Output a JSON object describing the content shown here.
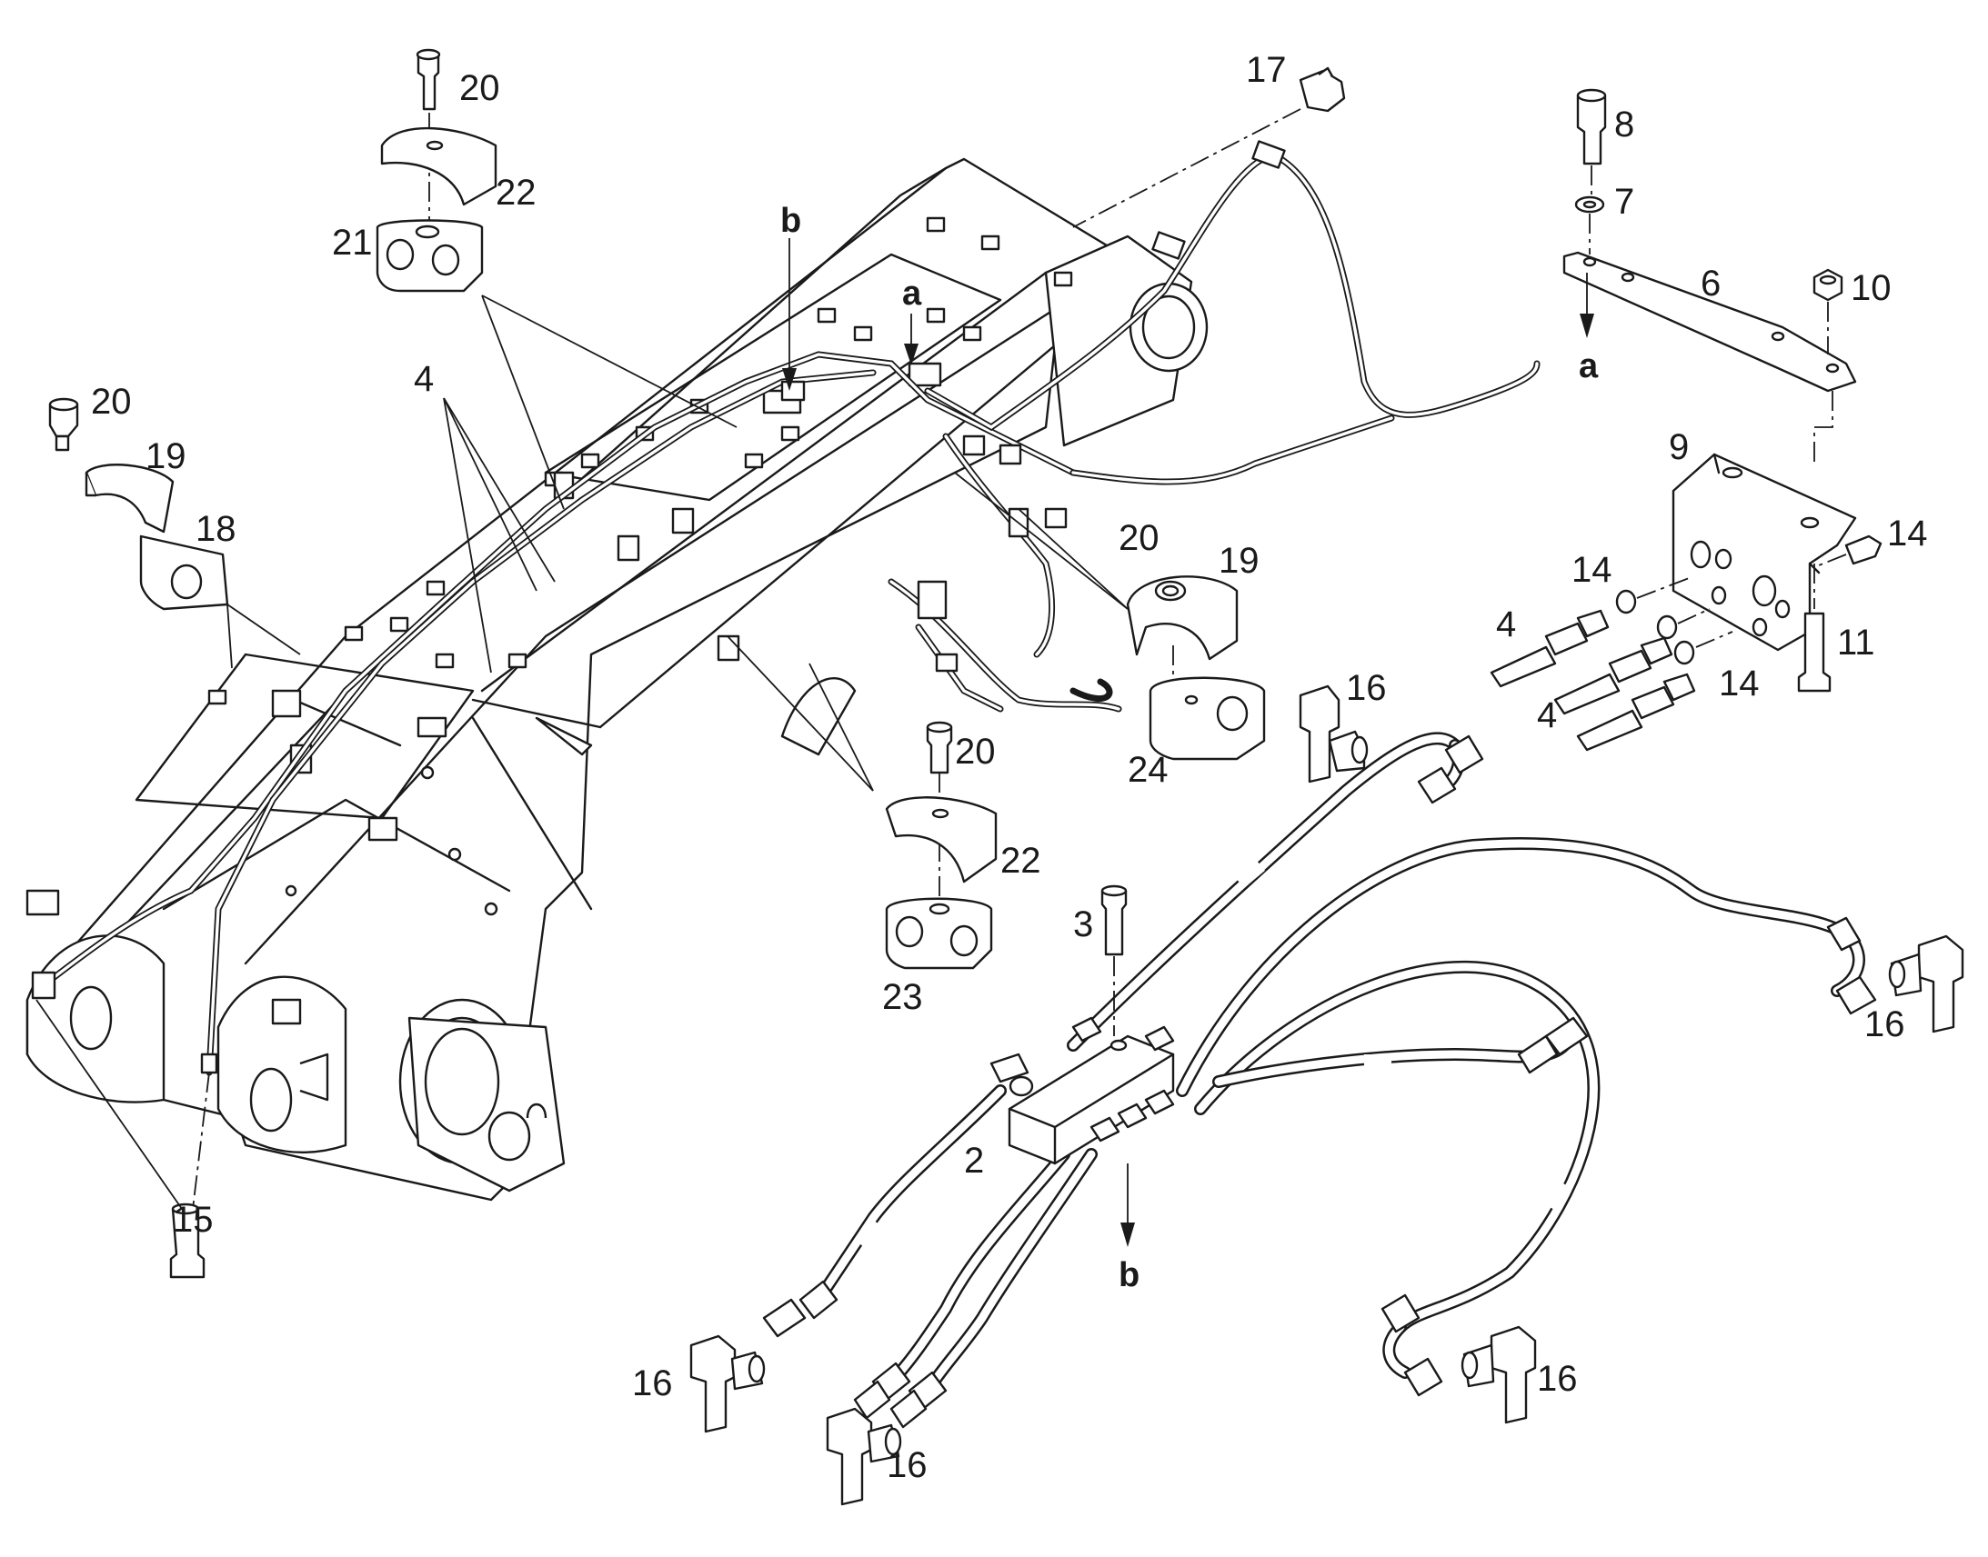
{
  "callouts": {
    "c2": "2",
    "c3": "3",
    "c4a": "4",
    "c4b": "4",
    "c4c": "4",
    "c6": "6",
    "c7": "7",
    "c8": "8",
    "c9": "9",
    "c10": "10",
    "c11": "11",
    "c14a": "14",
    "c14b": "14",
    "c14c": "14",
    "c15": "15",
    "c16a": "16",
    "c16b": "16",
    "c16c": "16",
    "c16d": "16",
    "c16e": "16",
    "c17": "17",
    "c18": "18",
    "c19a": "19",
    "c19b": "19",
    "c20a": "20",
    "c20b": "20",
    "c20c": "20",
    "c20d": "20",
    "c21": "21",
    "c22a": "22",
    "c22b": "22",
    "c23": "23",
    "c24": "24"
  },
  "markers": {
    "a_top": "a",
    "a_bottom": "a",
    "b_top": "b",
    "b_bottom": "b"
  },
  "icons": [
    "boom-assembly",
    "valve-block",
    "fitting",
    "clamp",
    "bracket",
    "bolt",
    "washer",
    "nut",
    "arrow"
  ]
}
